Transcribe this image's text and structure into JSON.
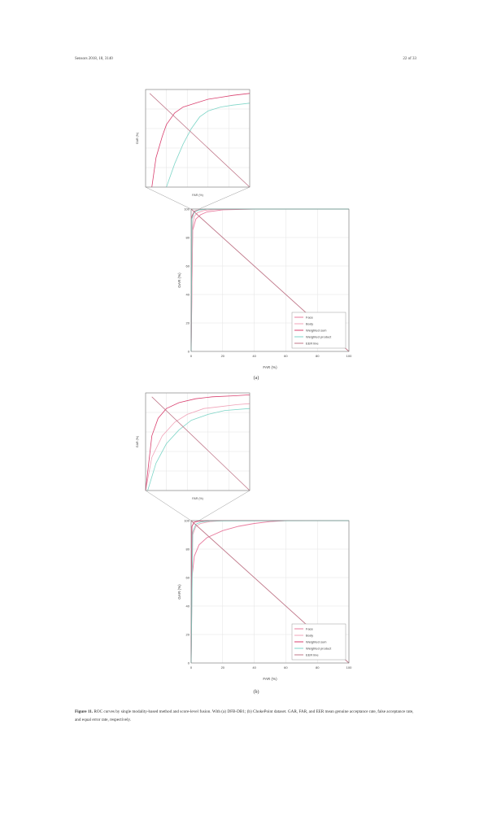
{
  "header": {
    "left": "Sensors 2018, 18, 3140",
    "right": "22 of 33"
  },
  "figures": [
    {
      "label": "(a)"
    },
    {
      "label": "(b)"
    }
  ],
  "caption": {
    "label": "Figure 11.",
    "text": "ROC curves by single modality-based method and score-level fusion. With (a) DFB-DB1; (b) ChokePoint dataset. GAR, FAR, and EER mean genuine acceptance rate, false acceptance rate, and equal error rate, respectively."
  },
  "colors": {
    "face": "#e87b9e",
    "body": "#f0a3b8",
    "weighted_sum": "#d9406f",
    "weighted_product": "#7fd6c8",
    "eer_line": "#c0788a"
  },
  "chart_data": [
    {
      "type": "line",
      "panel": "a-zoom",
      "xlabel": "FAR (%)",
      "ylabel": "GAR (%)",
      "xlim": [
        0,
        5
      ],
      "ylim": [
        95,
        100
      ],
      "grid": true,
      "series": [
        {
          "key": "weighted_product",
          "x": [
            1.0,
            1.4,
            1.8,
            2.2,
            2.6,
            3.0,
            3.6,
            4.2,
            5.0
          ],
          "y": [
            95.0,
            96.2,
            97.2,
            98.0,
            98.6,
            98.9,
            99.1,
            99.2,
            99.3
          ]
        },
        {
          "key": "weighted_sum",
          "x": [
            0.3,
            0.5,
            0.8,
            1.0,
            1.4,
            1.8,
            2.4,
            3.0,
            3.6,
            4.2,
            5.0
          ],
          "y": [
            95.0,
            96.5,
            97.6,
            98.2,
            98.8,
            99.1,
            99.3,
            99.5,
            99.6,
            99.7,
            99.8
          ]
        },
        {
          "key": "eer_line",
          "x": [
            0.2,
            5.0
          ],
          "y": [
            99.8,
            95.0
          ]
        }
      ]
    },
    {
      "type": "line",
      "panel": "a",
      "xlabel": "FAR (%)",
      "ylabel": "GAR (%)",
      "xticks": [
        0,
        20,
        40,
        60,
        80,
        100
      ],
      "yticks": [
        0,
        20,
        40,
        60,
        80,
        100
      ],
      "xlim": [
        0,
        100
      ],
      "ylim": [
        0,
        100
      ],
      "grid": true,
      "legend": "bottom-right",
      "legend_entries": [
        "Face",
        "Body",
        "Weighted sum",
        "Weighted product",
        "EER line"
      ],
      "series": [
        {
          "key": "face",
          "x": [
            0,
            1,
            3,
            6,
            10,
            20,
            40,
            100
          ],
          "y": [
            0,
            85,
            93,
            96,
            98,
            99.5,
            100,
            100
          ]
        },
        {
          "key": "body",
          "x": [
            0,
            1,
            2,
            4,
            8,
            15,
            30,
            100
          ],
          "y": [
            0,
            88,
            95,
            97.5,
            99,
            99.7,
            100,
            100
          ]
        },
        {
          "key": "weighted_sum",
          "x": [
            0,
            0.5,
            2,
            5,
            10,
            100
          ],
          "y": [
            0,
            95,
            98.5,
            99.5,
            100,
            100
          ]
        },
        {
          "key": "weighted_product",
          "x": [
            0,
            0.5,
            2,
            5,
            10,
            100
          ],
          "y": [
            0,
            93,
            98,
            99.3,
            100,
            100
          ]
        },
        {
          "key": "eer_line",
          "x": [
            0,
            100
          ],
          "y": [
            100,
            0
          ]
        }
      ]
    },
    {
      "type": "line",
      "panel": "b-zoom",
      "xlabel": "FAR (%)",
      "ylabel": "GAR (%)",
      "xlim": [
        0,
        5
      ],
      "ylim": [
        95,
        100
      ],
      "grid": true,
      "series": [
        {
          "key": "body",
          "x": [
            0,
            0.3,
            0.8,
            1.4,
            2.0,
            2.8,
            3.6,
            4.4,
            5.0
          ],
          "y": [
            95.0,
            96.7,
            97.8,
            98.5,
            98.9,
            99.2,
            99.3,
            99.4,
            99.45
          ]
        },
        {
          "key": "weighted_sum",
          "x": [
            0,
            0.3,
            0.6,
            1.0,
            1.6,
            2.4,
            3.2,
            4.2,
            5.0
          ],
          "y": [
            95.0,
            97.8,
            98.7,
            99.2,
            99.5,
            99.7,
            99.8,
            99.85,
            99.9
          ]
        },
        {
          "key": "weighted_product",
          "x": [
            0.1,
            0.5,
            1.0,
            1.6,
            2.2,
            3.0,
            3.8,
            5.0
          ],
          "y": [
            95.0,
            96.4,
            97.4,
            98.1,
            98.6,
            98.9,
            99.1,
            99.2
          ]
        },
        {
          "key": "eer_line",
          "x": [
            0.3,
            5.0
          ],
          "y": [
            99.8,
            95.0
          ]
        }
      ]
    },
    {
      "type": "line",
      "panel": "b",
      "xlabel": "FAR (%)",
      "ylabel": "GAR (%)",
      "xticks": [
        0,
        20,
        40,
        60,
        80,
        100
      ],
      "yticks": [
        0,
        20,
        40,
        60,
        80,
        100
      ],
      "xlim": [
        0,
        100
      ],
      "ylim": [
        0,
        100
      ],
      "grid": true,
      "legend": "bottom-right",
      "legend_entries": [
        "Face",
        "Body",
        "Weighted sum",
        "Weighted product",
        "EER line"
      ],
      "series": [
        {
          "key": "face",
          "x": [
            0,
            0.5,
            2,
            5,
            10,
            20,
            30,
            40,
            50,
            60,
            100
          ],
          "y": [
            0,
            60,
            75,
            83,
            88,
            93,
            96,
            98,
            99.3,
            100,
            100
          ]
        },
        {
          "key": "body",
          "x": [
            0,
            1,
            3,
            6,
            12,
            20,
            100
          ],
          "y": [
            0,
            90,
            96,
            98,
            99.3,
            100,
            100
          ]
        },
        {
          "key": "weighted_sum",
          "x": [
            0,
            0.5,
            2,
            5,
            10,
            100
          ],
          "y": [
            0,
            96,
            99,
            99.7,
            100,
            100
          ]
        },
        {
          "key": "weighted_product",
          "x": [
            0,
            1,
            3,
            6,
            12,
            100
          ],
          "y": [
            0,
            92,
            97.5,
            99,
            99.8,
            100
          ]
        },
        {
          "key": "eer_line",
          "x": [
            0,
            100
          ],
          "y": [
            100,
            0
          ]
        }
      ]
    }
  ]
}
